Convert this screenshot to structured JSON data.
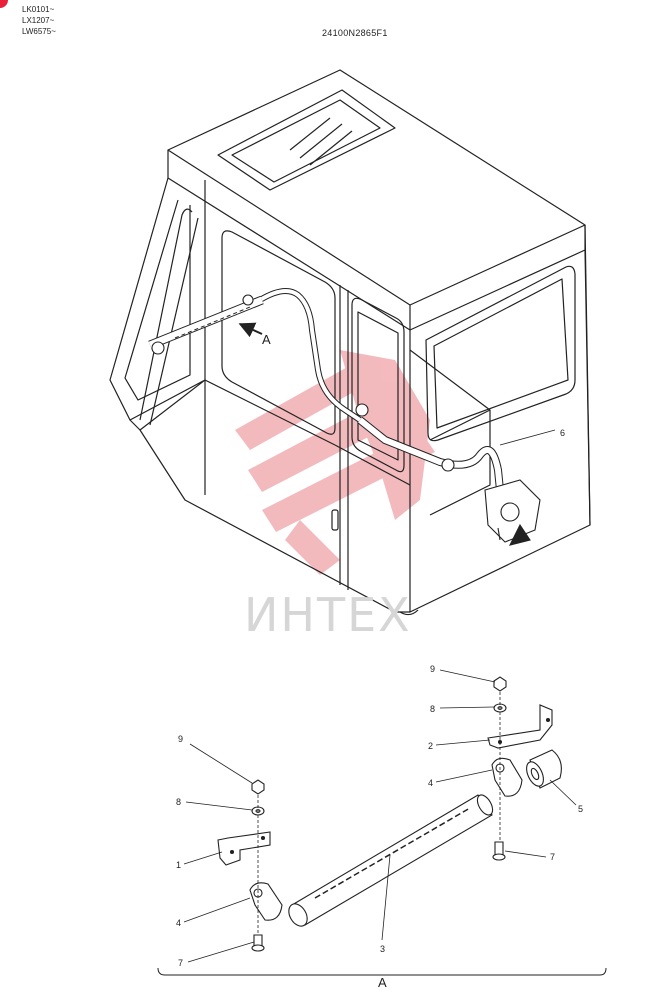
{
  "header": {
    "model_codes": [
      "LK0101~",
      "LX1207~",
      "LW6575~"
    ],
    "drawing_number": "24100N2865F1"
  },
  "view_label": "A",
  "watermark": {
    "text": "ИНТЕХ",
    "color": "#f0a3a8",
    "text_color": "#d6d6d6"
  },
  "callouts": {
    "top_6": "6",
    "p9_left": "9",
    "p8_left": "8",
    "p1": "1",
    "p4_left": "4",
    "p7_left": "7",
    "p3": "3",
    "p9_right": "9",
    "p8_right": "8",
    "p2": "2",
    "p4_right": "4",
    "p5": "5",
    "p7_right": "7",
    "bottom_A": "A"
  },
  "colors": {
    "line": "#222222",
    "accent_dot": "#e8203a"
  }
}
